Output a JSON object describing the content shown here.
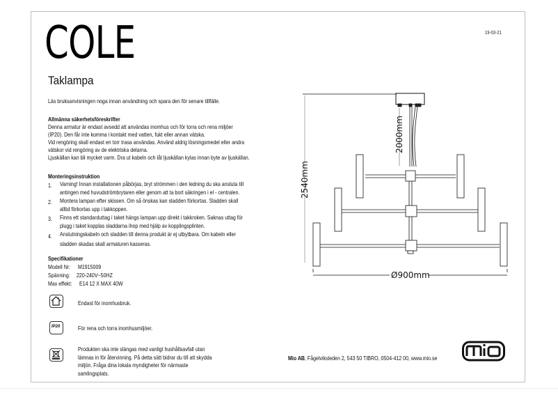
{
  "header": {
    "title": "COLE",
    "subtitle": "Taklampa",
    "date": "19-03-21"
  },
  "intro": "Läs bruksanvisningen noga innan användning och spara den för senare tillfälle.",
  "safety": {
    "heading": "Allmänna säkerhetsföreskrifter",
    "lines": [
      "Denna armatur är endast avsedd att användas inomhus och för torra och rena miljöer",
      "(IP20). Den får inte komma i kontakt med vatten, fukt eller annan vätska.",
      "Vid rengöring skall endast en torr trasa användas. Använd aldrig lösningsmedel eller andra",
      "vätskor vid rengöring av de elektriska delarna.",
      "Ljuskällan kan bli mycket varm. Dra ut kabeln och låt ljuskällan kylas innan byte av ljuskällan."
    ]
  },
  "mounting": {
    "heading": "Monteringsinstruktion",
    "steps": [
      {
        "num": "1.",
        "lines": [
          "Varning! Innan installationen påbörjas, bryt strömmen i den ledning du ska ansluta till",
          "antingen med huvudströmbrytaren eller genom att ta bort säkringen i el - centralen."
        ]
      },
      {
        "num": "2.",
        "lines": [
          "Montera lampan efter skissen. Om så önskas kan sladden förkortas. Sladden skall",
          "alltid förkortas upp i takkoppen."
        ]
      },
      {
        "num": "3.",
        "lines": [
          "Finns ett standarduttag i taket hängs lampan upp direkt i takkroken.  Saknas uttag för",
          "plugg i taket kopplas sladdarna ihop med hjälp av kopplingsplinten."
        ]
      },
      {
        "num": "4.",
        "lines": [
          "Anslutningskabeln och sladden till denna produkt är ej utbytbara. Om kabeln eller",
          "sladden skadas skall armaturen kasseras."
        ]
      }
    ]
  },
  "specs": {
    "heading": "Specifikationer",
    "rows": [
      {
        "label": "Modell Nr:",
        "value": "M1915009"
      },
      {
        "label": "Spänning:",
        "value": "220-240V~50HZ"
      },
      {
        "label": "Max effekt:",
        "value": "E14 12 X MAX 40W"
      }
    ]
  },
  "symbols": [
    {
      "icon": "indoor-house-icon",
      "text": "Endast för inomhusbruk."
    },
    {
      "icon": "ip20-icon",
      "label": "IP20",
      "text": "För rena och torra inomhusmiljöer."
    },
    {
      "icon": "weee-bin-icon",
      "lines": [
        "Produkten ska inte slängas med vanligt hushållsavfall utan",
        "lämnas in för återvinning. På detta sätt bidrar du till att skydda",
        "miljön. Fråga dina lokala myndigheter för närmaste",
        "samlingsplats."
      ]
    }
  ],
  "drawing": {
    "height_label": "2540mm",
    "cable_label": "2000mm",
    "width_label": "Ø900mm"
  },
  "footer": {
    "company": "Mio AB",
    "address": ", Fågelviksleden 2, 543 50 TIBRO, 0504-412 00, www.mio.se",
    "logo_text": "mio"
  }
}
